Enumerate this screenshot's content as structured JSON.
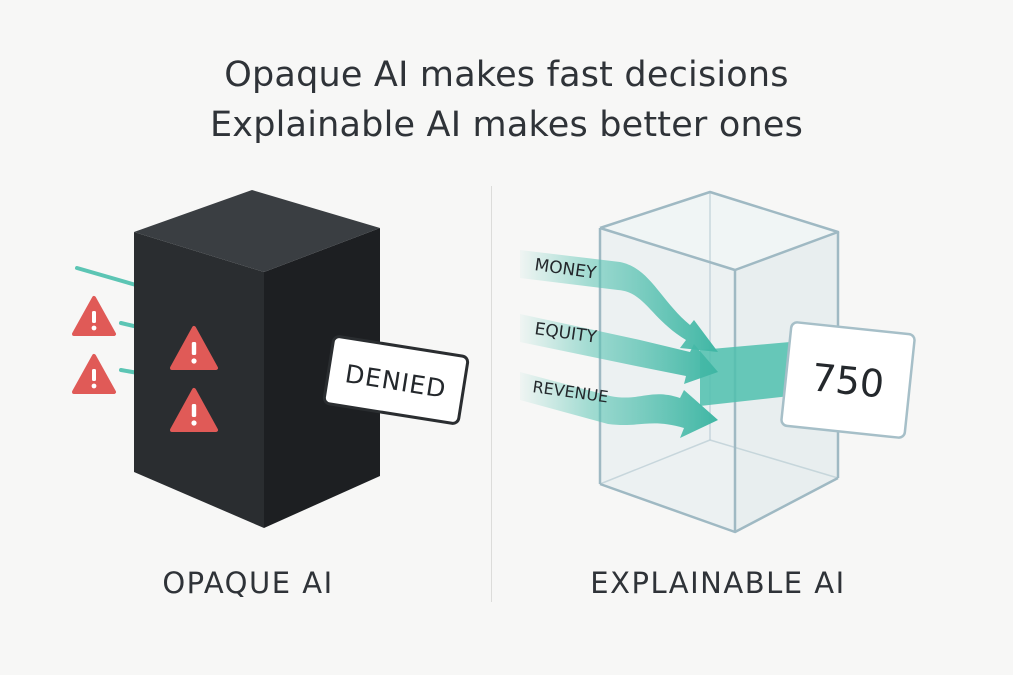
{
  "headline": {
    "line1": "Opaque AI makes fast decisions",
    "line2": "Explainable AI makes better ones"
  },
  "opaque": {
    "label": "OPAQUE AI",
    "decision": "DENIED",
    "warning_icon": "warning-triangle-icon",
    "warning_color": "#e05a57",
    "box_color": "#2a2d30"
  },
  "explainable": {
    "label": "EXPLAINABLE AI",
    "inputs": [
      "MONEY",
      "EQUITY",
      "REVENUE"
    ],
    "score": "750",
    "arrow_color": "#5cc5b4"
  }
}
